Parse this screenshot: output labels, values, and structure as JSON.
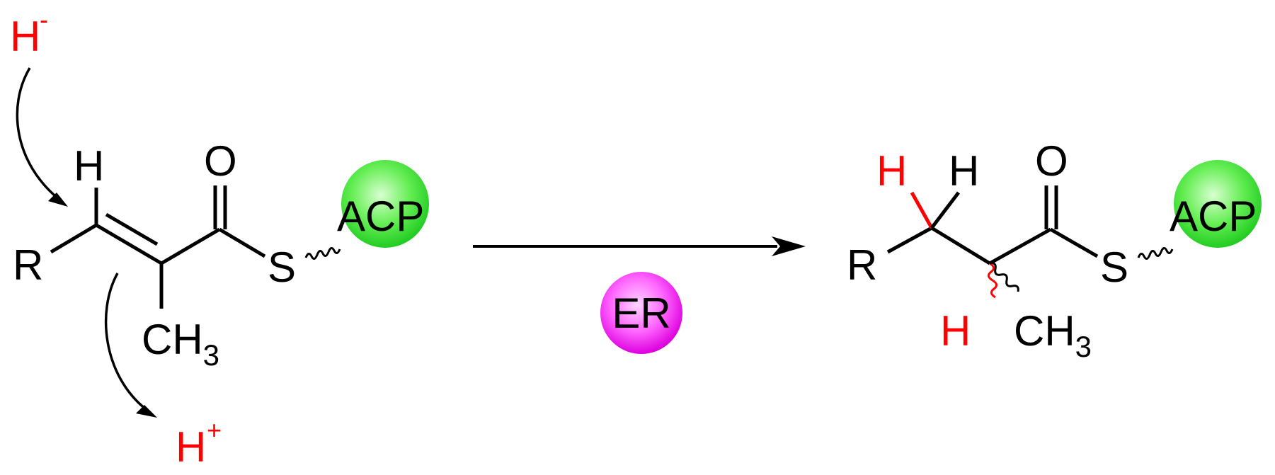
{
  "colors": {
    "hydrogen_highlight": "#ff0000",
    "acp_fill": "#33dd33",
    "er_fill": "#ee00ee",
    "bond": "#000000"
  },
  "reactant": {
    "hydride": {
      "symbol": "H",
      "charge": "-"
    },
    "proton": {
      "symbol": "H",
      "charge": "+"
    },
    "r_group": "R",
    "vinyl_h": "H",
    "oxygen": "O",
    "sulfur": "S",
    "methyl": {
      "main": "CH",
      "sub": "3"
    },
    "carrier": "ACP"
  },
  "enzyme": "ER",
  "product": {
    "r_group": "R",
    "h_added_top": "H",
    "h_original": "H",
    "h_added_alpha": "H",
    "oxygen": "O",
    "sulfur": "S",
    "methyl": {
      "main": "CH",
      "sub": "3"
    },
    "carrier": "ACP"
  }
}
